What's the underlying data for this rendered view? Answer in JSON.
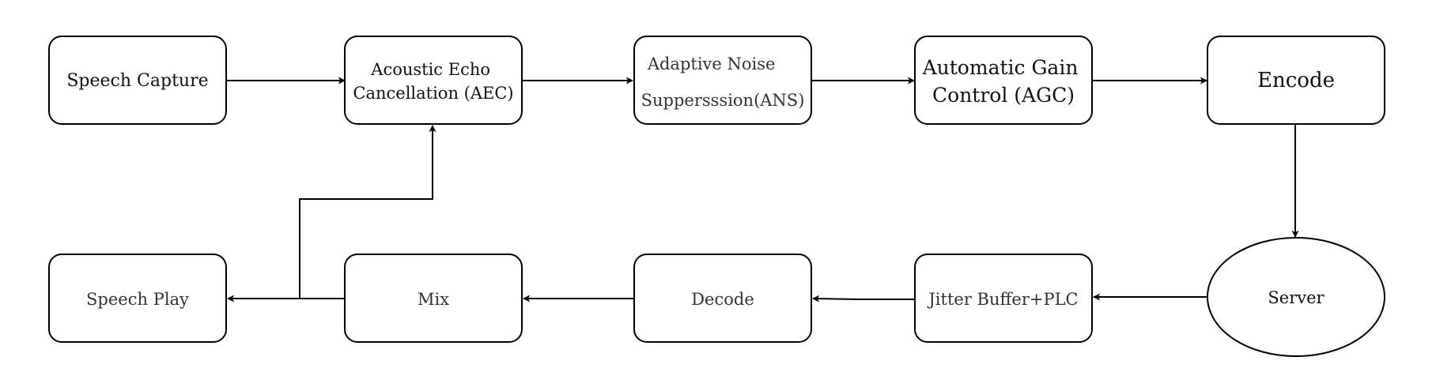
{
  "diagram": {
    "nodes": {
      "speech_capture": {
        "lines": [
          "Speech Capture"
        ]
      },
      "aec": {
        "lines": [
          "Acoustic Echo",
          "Cancellation (AEC)"
        ]
      },
      "ans": {
        "lines": [
          "Adaptive Noise",
          "Suppersssion(ANS)"
        ]
      },
      "agc": {
        "lines": [
          "Automatic Gain",
          "Control (AGC)"
        ]
      },
      "encode": {
        "lines": [
          "Encode"
        ]
      },
      "server": {
        "lines": [
          "Server"
        ]
      },
      "jitter": {
        "lines": [
          "Jitter Buffer+PLC"
        ]
      },
      "decode": {
        "lines": [
          "Decode"
        ]
      },
      "mix": {
        "lines": [
          "Mix"
        ]
      },
      "speech_play": {
        "lines": [
          "Speech Play"
        ]
      }
    }
  }
}
